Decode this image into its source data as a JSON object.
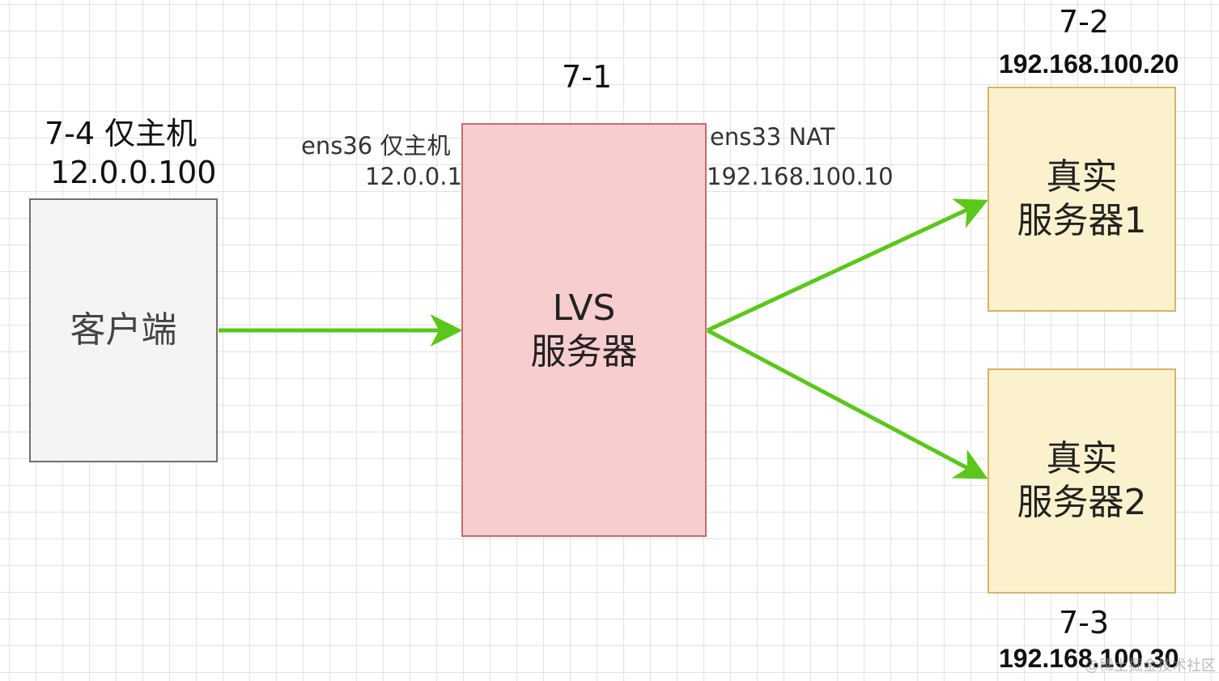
{
  "client": {
    "box_label": "客户端",
    "host_label": "7-4  仅主机",
    "ip": "12.0.0.100"
  },
  "lvs": {
    "box_label_line1": "LVS",
    "box_label_line2": "服务器",
    "host_label": "7-1",
    "ens36_label": "ens36 仅主机",
    "ens36_ip": "12.0.0.1",
    "ens33_label": "ens33  NAT",
    "ens33_ip": "192.168.100.10"
  },
  "real_server_1": {
    "box_label_line1": "真实",
    "box_label_line2": "服务器1",
    "host_label": "7-2",
    "ip": "192.168.100.20"
  },
  "real_server_2": {
    "box_label_line1": "真实",
    "box_label_line2": "服务器2",
    "host_label": "7-3",
    "ip": "192.168.100.30"
  },
  "watermark": "@稀土掘金技术社区",
  "colors": {
    "arrow": "#5ac71a",
    "client_fill": "#f4f4f4",
    "lvs_fill": "#f8cdcd",
    "real_server_fill": "#fbf1cd"
  }
}
